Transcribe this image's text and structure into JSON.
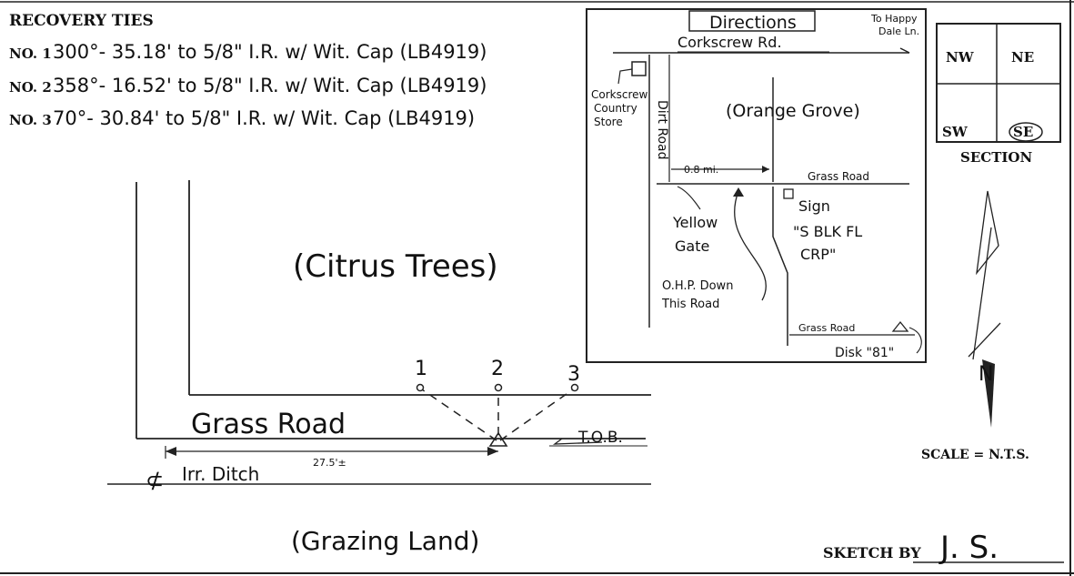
{
  "recovery_ties": {
    "heading": "RECOVERY TIES",
    "ties": [
      {
        "no": "NO. 1",
        "text": "300°- 35.18' to 5/8\" I.R. w/ Wit. Cap (LB4919)"
      },
      {
        "no": "NO. 2",
        "text": "358°- 16.52' to 5/8\" I.R. w/ Wit. Cap (LB4919)"
      },
      {
        "no": "NO. 3",
        "text": "70°- 30.84' to 5/8\" I.R. w/ Wit. Cap (LB4919)"
      }
    ]
  },
  "directions_map": {
    "title": "Directions",
    "road_top": "Corkscrew Rd.",
    "to_happy": "To Happy",
    "dale_ln": "Dale Ln.",
    "store": [
      "Corkscrew",
      "Country",
      "Store"
    ],
    "dirt_road": "Dirt Road",
    "orange_grove": "(Orange Grove)",
    "distance": "0.8 mi.",
    "grass_road_top": "Grass Road",
    "sign": [
      "Sign",
      "\"S BLK FL",
      "CRP\""
    ],
    "yellow_gate": [
      "Yellow",
      "Gate"
    ],
    "ohp": [
      "O.H.P. Down",
      "This Road"
    ],
    "grass_road_bottom": "Grass Road",
    "disk": "Disk \"81\""
  },
  "section_grid": {
    "cells": [
      "NW",
      "NE",
      "SW",
      "SE"
    ],
    "label": "SECTION"
  },
  "sketch": {
    "citrus_trees": "(Citrus Trees)",
    "grass_road": "Grass Road",
    "tob": "T.O.B.",
    "irr_ditch": "Irr. Ditch",
    "distance": "27.5'±",
    "grazing_land": "(Grazing Land)",
    "points": [
      "1",
      "2",
      "3"
    ]
  },
  "north_arrow": {
    "label": "N"
  },
  "scale": "SCALE = N.T.S.",
  "sketch_by": {
    "label": "SKETCH BY",
    "initials": "J. S."
  }
}
